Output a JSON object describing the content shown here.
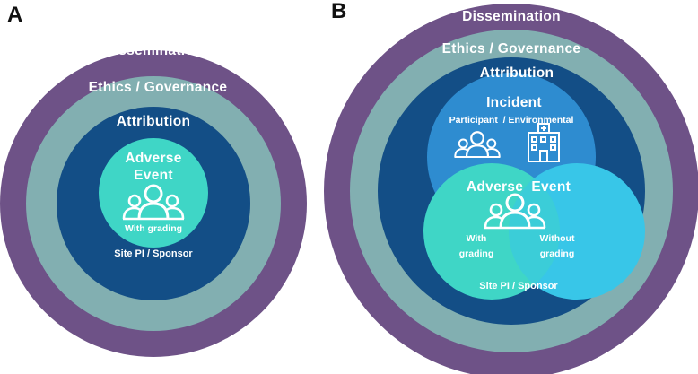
{
  "colors": {
    "dissemination": "#6e5287",
    "ethics": "#82afb1",
    "attribution": "#134e86",
    "incident": "#2e8cd0",
    "adverse_with": "#3fd6c6",
    "adverse_without": "#38c6e8",
    "text": "#ffffff"
  },
  "panel_a": {
    "letter": "A",
    "dissemination": "Dissemination",
    "ethics": "Ethics / Governance",
    "attribution": "Attribution",
    "adverse_line1": "Adverse",
    "adverse_line2": "Event",
    "adverse_icon": "people-group-icon",
    "with_grading": "With grading",
    "site": "Site PI / Sponsor"
  },
  "panel_b": {
    "letter": "B",
    "dissemination": "Dissemination",
    "ethics": "Ethics / Governance",
    "attribution": "Attribution",
    "incident": "Incident",
    "participant_env": "Participant  / Environmental",
    "participant_icon": "people-group-icon",
    "environment_icon": "hospital-building-icon",
    "adverse_event": "Adverse  Event",
    "adverse_icon": "people-group-icon",
    "with_line1": "With",
    "with_line2": "grading",
    "without_line1": "Without",
    "without_line2": "grading",
    "site": "Site PI / Sponsor"
  }
}
